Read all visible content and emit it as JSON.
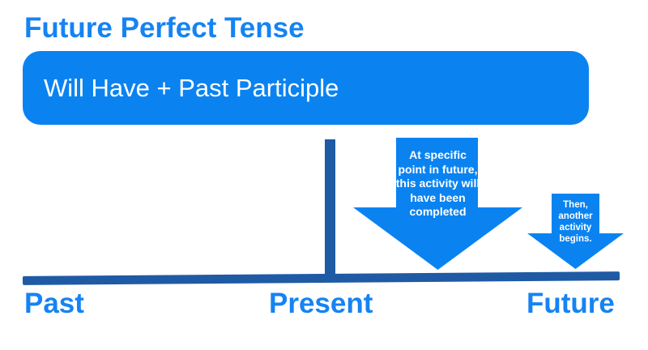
{
  "title": "Future Perfect Tense",
  "formula_box": {
    "label": "Will Have + Past Participle"
  },
  "big_arrow": {
    "full_text": "At specific point in future, this activity will have been completed",
    "lines": [
      "At specific",
      "point in future,",
      "this activity will",
      "have been",
      "completed"
    ]
  },
  "small_arrow": {
    "full_text": "Then, another activity begins.",
    "lines": [
      "Then,",
      "another",
      "activity",
      "begins."
    ]
  },
  "timeline": {
    "past_label": "Past",
    "present_label": "Present",
    "future_label": "Future"
  },
  "colors": {
    "accent-blue": "#0A83F1",
    "text-blue": "#1583F3",
    "dark-blue": "#1F5AA5",
    "arrow-text": "#FFFFFF"
  }
}
